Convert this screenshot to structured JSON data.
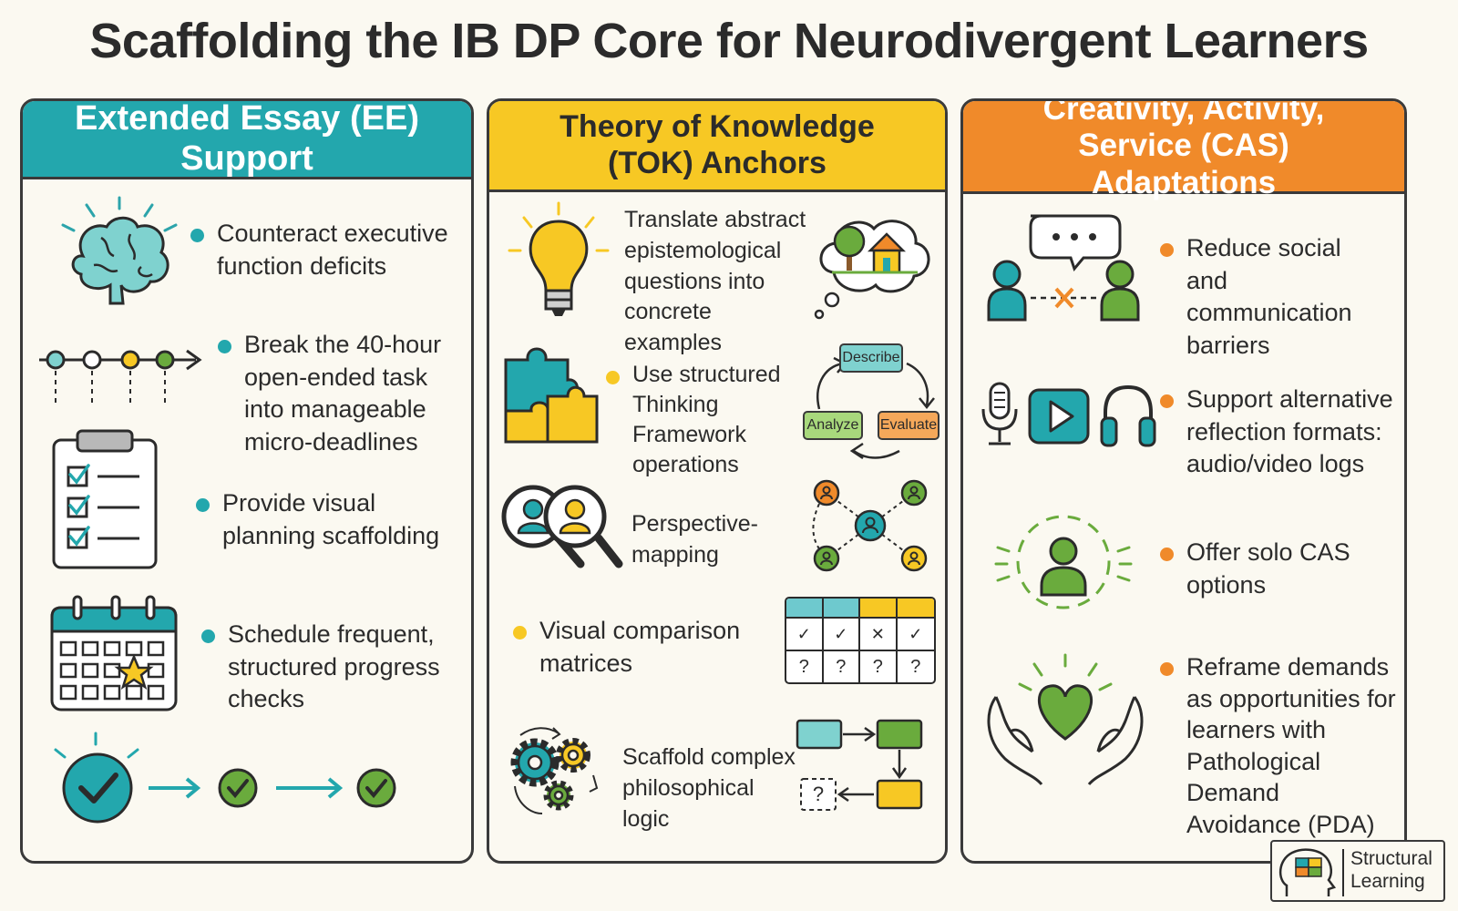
{
  "title": "Scaffolding the IB DP Core for Neurodivergent Learners",
  "columns": [
    {
      "header": "Extended Essay (EE) Support",
      "accent": "#23a7ad",
      "items": [
        "Counteract executive function deficits",
        "Break the 40-hour open-ended task into manageable micro-deadlines",
        "Provide visual planning scaffolding",
        "Schedule frequent, structured progress checks"
      ]
    },
    {
      "header": "Theory of Knowledge (TOK) Anchors",
      "accent": "#f7c824",
      "items": [
        "Translate abstract epistemological questions into concrete examples",
        "Use structured Thinking Framework operations",
        "Perspective-mapping",
        "Visual comparison matrices",
        "Scaffold complex philosophical logic"
      ],
      "framework_labels": {
        "describe": "Describe",
        "analyze": "Analyze",
        "evaluate": "Evaluate"
      },
      "matrix": {
        "header_colors": [
          "#6ec9ce",
          "#6ec9ce",
          "#f7c824",
          "#f7c824"
        ],
        "row1": [
          "✓",
          "✓",
          "✕",
          "✓"
        ],
        "row2": [
          "?",
          "?",
          "?",
          "?"
        ]
      },
      "logic_placeholder": "?"
    },
    {
      "header": "Creativity, Activity, Service (CAS) Adaptations",
      "accent": "#f08a2a",
      "items": [
        "Reduce social and communication barriers",
        "Support alternative reflection formats: audio/video logs",
        "Offer solo CAS options",
        "Reframe demands as opportunities for learners with Pathological Demand Avoidance (PDA)"
      ]
    }
  ],
  "logo": {
    "line1": "Structural",
    "line2": "Learning"
  },
  "icons": {
    "ee": [
      "brain-icon",
      "timeline-icon",
      "clipboard-checklist-icon",
      "calendar-star-icon",
      "progress-checks-icon"
    ],
    "tok": [
      "lightbulb-icon",
      "thought-bubble-icon",
      "puzzle-icon",
      "cycle-diagram-icon",
      "magnifier-people-icon",
      "network-people-icon",
      "matrix-table-icon",
      "gears-icon",
      "flowchart-icon"
    ],
    "cas": [
      "speech-bubble-people-icon",
      "microphone-icon",
      "play-button-icon",
      "headphones-icon",
      "solo-person-icon",
      "hands-heart-icon"
    ]
  },
  "colors": {
    "teal": "#23a7ad",
    "yellow": "#f7c824",
    "orange": "#f08a2a",
    "green": "#6aab3d",
    "outline": "#3a3a3a",
    "background": "#fbf9f1"
  }
}
